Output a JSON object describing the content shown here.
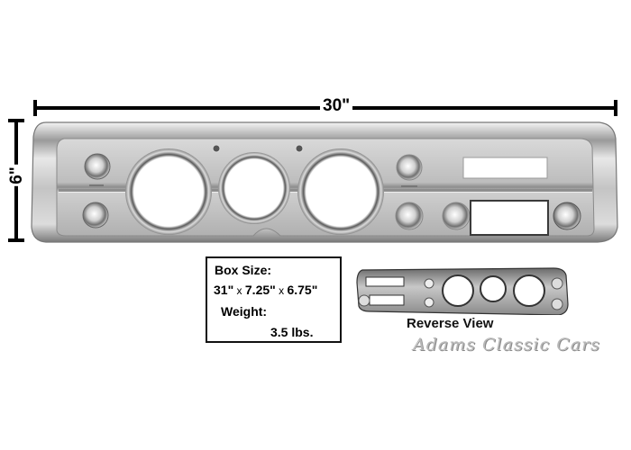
{
  "dimensions": {
    "width_label": "30\"",
    "height_label": "6\""
  },
  "info_box": {
    "box_size_label": "Box Size:",
    "box_size_value_1": "31\"",
    "box_size_sep_1": " x ",
    "box_size_value_2": "7.25\"",
    "box_size_sep_2": " x ",
    "box_size_value_3": "6.75\"",
    "weight_label": "Weight:",
    "weight_value": "3.5 lbs."
  },
  "reverse_view": {
    "label": "Reverse View"
  },
  "watermark": {
    "text": "Adams Classic Cars"
  },
  "colors": {
    "background": "#ffffff",
    "chrome_light": "#e6e6e6",
    "chrome_mid": "#b5b5b5",
    "chrome_dark": "#6e6e6e",
    "dimension_lines": "#000000",
    "watermark": "#b8b8b8"
  }
}
